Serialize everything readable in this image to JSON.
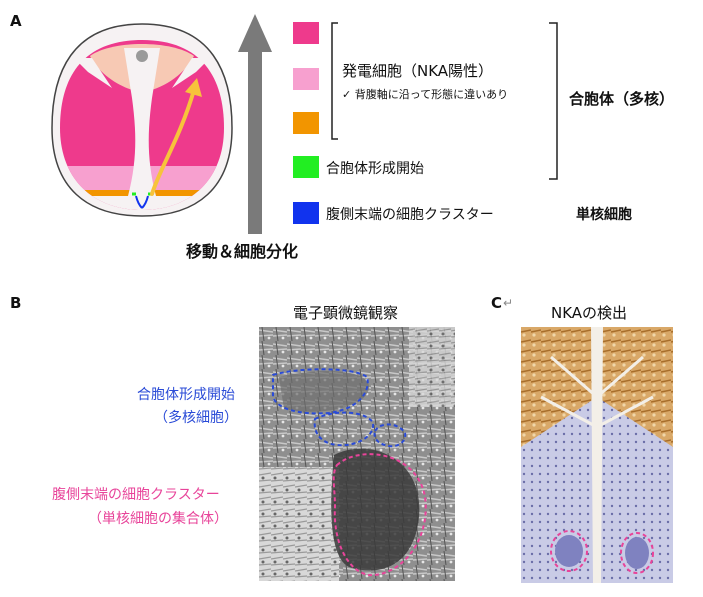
{
  "panelA": {
    "letter": "A",
    "arrow_label": "移動＆細胞分化",
    "legend": [
      {
        "color": "#ee3a8c"
      },
      {
        "color": "#f7a0cf"
      },
      {
        "color": "#f29500",
        "label_ref": "orange"
      },
      {
        "color": "#22ee22",
        "label": "合胞体形成開始"
      },
      {
        "color": "#1133ee",
        "label": "腹側末端の細胞クラスター"
      }
    ],
    "bracket_inner_label": "発電細胞（NKA陽性）",
    "bracket_inner_note": "✓ 背腹軸に沿って形態に違いあり",
    "bracket_outer_label": "合胞体（多核）",
    "mononuclear_label": "単核細胞"
  },
  "panelB": {
    "letter": "B",
    "title": "電子顕微鏡観察",
    "annot_syncytium_line1": "合胞体形成開始",
    "annot_syncytium_line2": "（多核細胞）",
    "annot_cluster_line1": "腹側末端の細胞クラスター",
    "annot_cluster_line2": "（単核細胞の集合体）",
    "colors": {
      "blue": "#2a4bd7",
      "pink": "#e8449a"
    }
  },
  "panelC": {
    "letter": "C",
    "return_mark": "↵",
    "title": "NKAの検出"
  }
}
